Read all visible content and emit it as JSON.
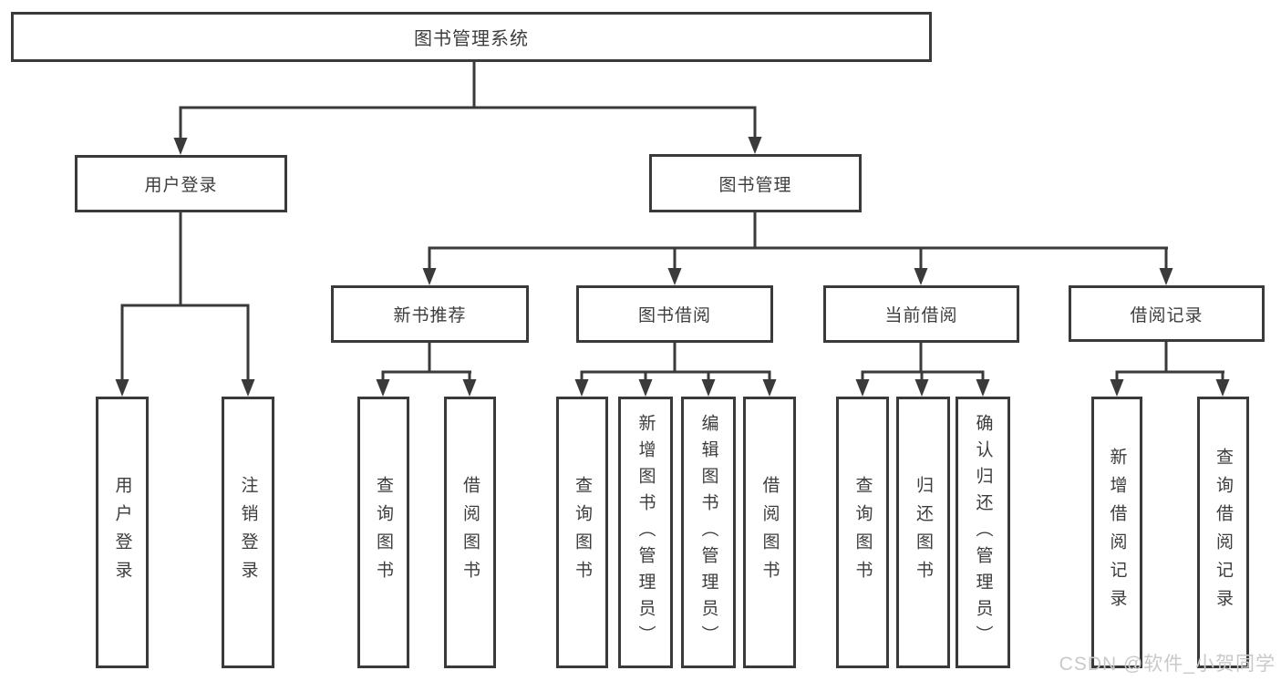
{
  "diagram": {
    "type": "hierarchy-tree",
    "title": "图书管理系统",
    "watermark": "CSDN @软件_小贺同学",
    "colors": {
      "background": "#ffffff",
      "line": "#3a3a3a",
      "text": "#3d3d3d",
      "watermark": "#c9c9c9"
    },
    "nodes": {
      "root": {
        "label": "图书管理系统",
        "level": 1,
        "parent": null
      },
      "user_login": {
        "label": "用户登录",
        "level": 2,
        "parent": "root"
      },
      "book_mgmt": {
        "label": "图书管理",
        "level": 2,
        "parent": "root"
      },
      "new_book_rec": {
        "label": "新书推荐",
        "level": 3,
        "parent": "book_mgmt"
      },
      "book_borrow": {
        "label": "图书借阅",
        "level": 3,
        "parent": "book_mgmt"
      },
      "current_borrow": {
        "label": "当前借阅",
        "level": 3,
        "parent": "book_mgmt"
      },
      "borrow_record": {
        "label": "借阅记录",
        "level": 3,
        "parent": "book_mgmt"
      },
      "login": {
        "label": "用户登录",
        "level": 4,
        "parent": "user_login"
      },
      "logout": {
        "label": "注销登录",
        "level": 4,
        "parent": "user_login"
      },
      "query_book_1": {
        "label": "查询图书",
        "level": 4,
        "parent": "new_book_rec"
      },
      "borrow_book_1": {
        "label": "借阅图书",
        "level": 4,
        "parent": "new_book_rec"
      },
      "query_book_2": {
        "label": "查询图书",
        "level": 4,
        "parent": "book_borrow"
      },
      "add_book": {
        "label": "新增图书（管理员）",
        "level": 4,
        "parent": "book_borrow"
      },
      "edit_book": {
        "label": "编辑图书（管理员）",
        "level": 4,
        "parent": "book_borrow"
      },
      "borrow_book_2": {
        "label": "借阅图书",
        "level": 4,
        "parent": "book_borrow"
      },
      "query_book_3": {
        "label": "查询图书",
        "level": 4,
        "parent": "current_borrow"
      },
      "return_book": {
        "label": "归还图书",
        "level": 4,
        "parent": "current_borrow"
      },
      "confirm_return": {
        "label": "确认归还（管理员）",
        "level": 4,
        "parent": "current_borrow"
      },
      "add_borrow_record": {
        "label": "新增借阅记录",
        "level": 4,
        "parent": "borrow_record"
      },
      "query_borrow_record": {
        "label": "查询借阅记录",
        "level": 4,
        "parent": "borrow_record"
      }
    }
  }
}
